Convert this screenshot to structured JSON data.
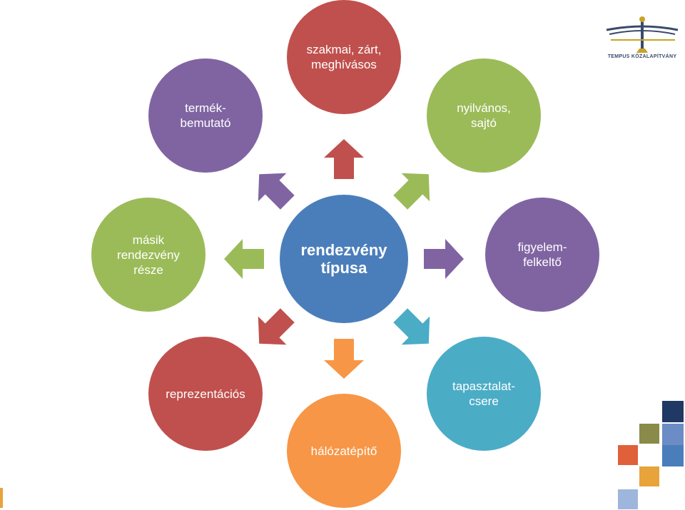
{
  "diagram": {
    "center": {
      "label": "rendezvény\ntípusa",
      "color": "#4a7ebb"
    },
    "nodes": [
      {
        "id": "szakmai",
        "label": "szakmai, zárt,\nmeghívásos",
        "color": "#c0504d",
        "arrow_color": "#c0504d"
      },
      {
        "id": "nyilvanos",
        "label": "nyilvános,\nsajtó",
        "color": "#9bbb59",
        "arrow_color": "#9bbb59"
      },
      {
        "id": "figyelem",
        "label": "figyelem-\nfelkeltő",
        "color": "#8064a2",
        "arrow_color": "#8064a2"
      },
      {
        "id": "tapasztalat",
        "label": "tapasztalat-\ncsere",
        "color": "#4bacc6",
        "arrow_color": "#4bacc6"
      },
      {
        "id": "halozat",
        "label": "hálózatépítő",
        "color": "#f79646",
        "arrow_color": "#f79646"
      },
      {
        "id": "reprezentacios",
        "label": "reprezentációs",
        "color": "#c0504d",
        "arrow_color": "#c0504d"
      },
      {
        "id": "masik",
        "label": "másik\nrendezvény\nrésze",
        "color": "#9bbb59",
        "arrow_color": "#9bbb59"
      },
      {
        "id": "termek",
        "label": "termék-\nbemutató",
        "color": "#8064a2",
        "arrow_color": "#8064a2"
      }
    ]
  },
  "logo": {
    "text": "TEMPUS KÖZALAPÍTVÁNY",
    "name_color": "#3a4a6b",
    "accent_color": "#c9a227"
  },
  "decoration": {
    "squares": [
      "#1f3864",
      "#8a8a4a",
      "#6b8cc4",
      "#e0603a",
      "#4a7ebb",
      "#e8a33a",
      "#9fb6dc"
    ],
    "edge_color": "#e8a33a"
  }
}
